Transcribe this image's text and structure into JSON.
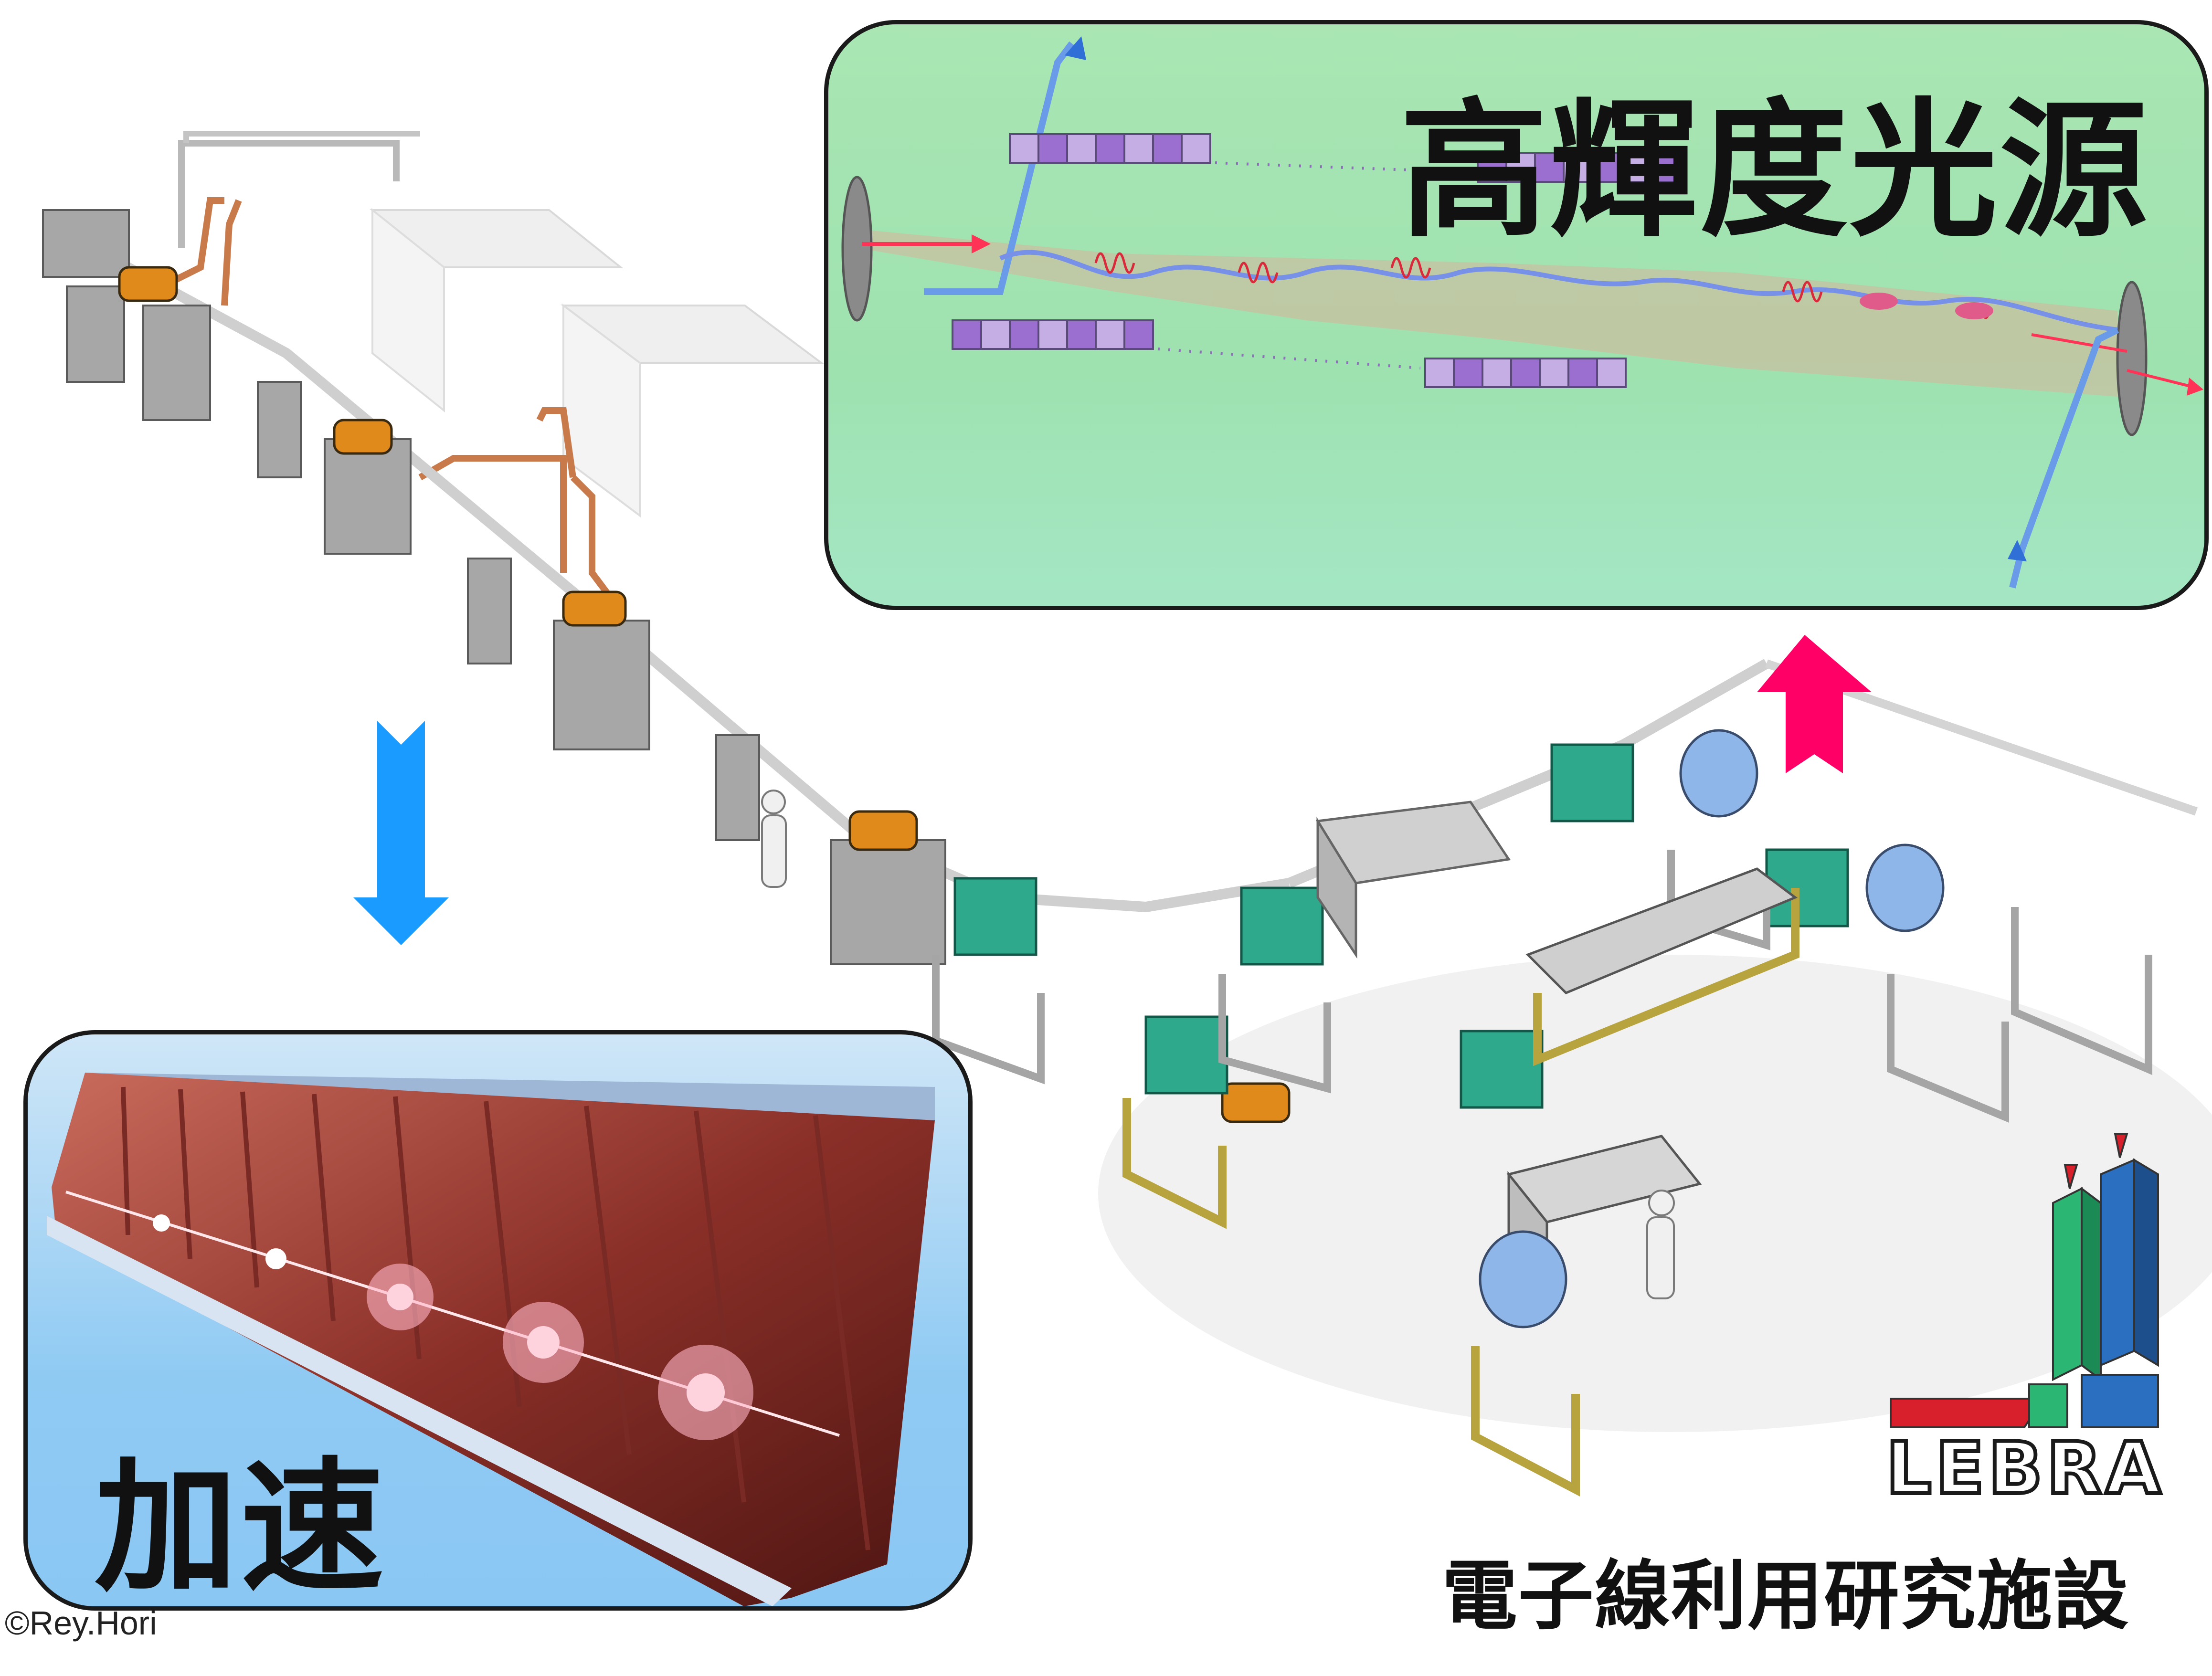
{
  "light_source": {
    "title": "高輝度光源"
  },
  "acceleration": {
    "title": "加速"
  },
  "facility": {
    "name": "電子線利用研究施設",
    "logo_text": "LEBRA"
  },
  "credit": "©Rey.Hori",
  "colors": {
    "down_arrow": "#1a9bff",
    "up_arrow": "#ff0066",
    "light_panel_bg": "#a3e4b6",
    "accel_panel_bg": "#8ec8f2",
    "magnet_purple": "#9b6fd0",
    "magnet_light_purple": "#c4aee3",
    "logo_red": "#d8202c",
    "logo_green": "#2bb673",
    "logo_blue": "#2a6fc0"
  }
}
